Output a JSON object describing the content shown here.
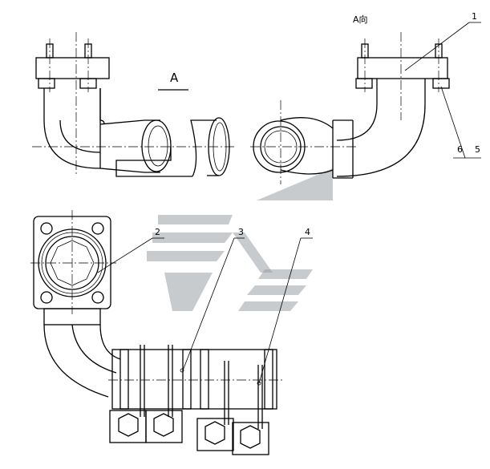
{
  "view_label": "A",
  "view_direction_label": "A向",
  "part_numbers": [
    "1",
    "2",
    "3",
    "4",
    "5",
    "6"
  ],
  "colors": {
    "line": "#000000",
    "watermark": "#9aa0a6",
    "background": "#ffffff"
  }
}
